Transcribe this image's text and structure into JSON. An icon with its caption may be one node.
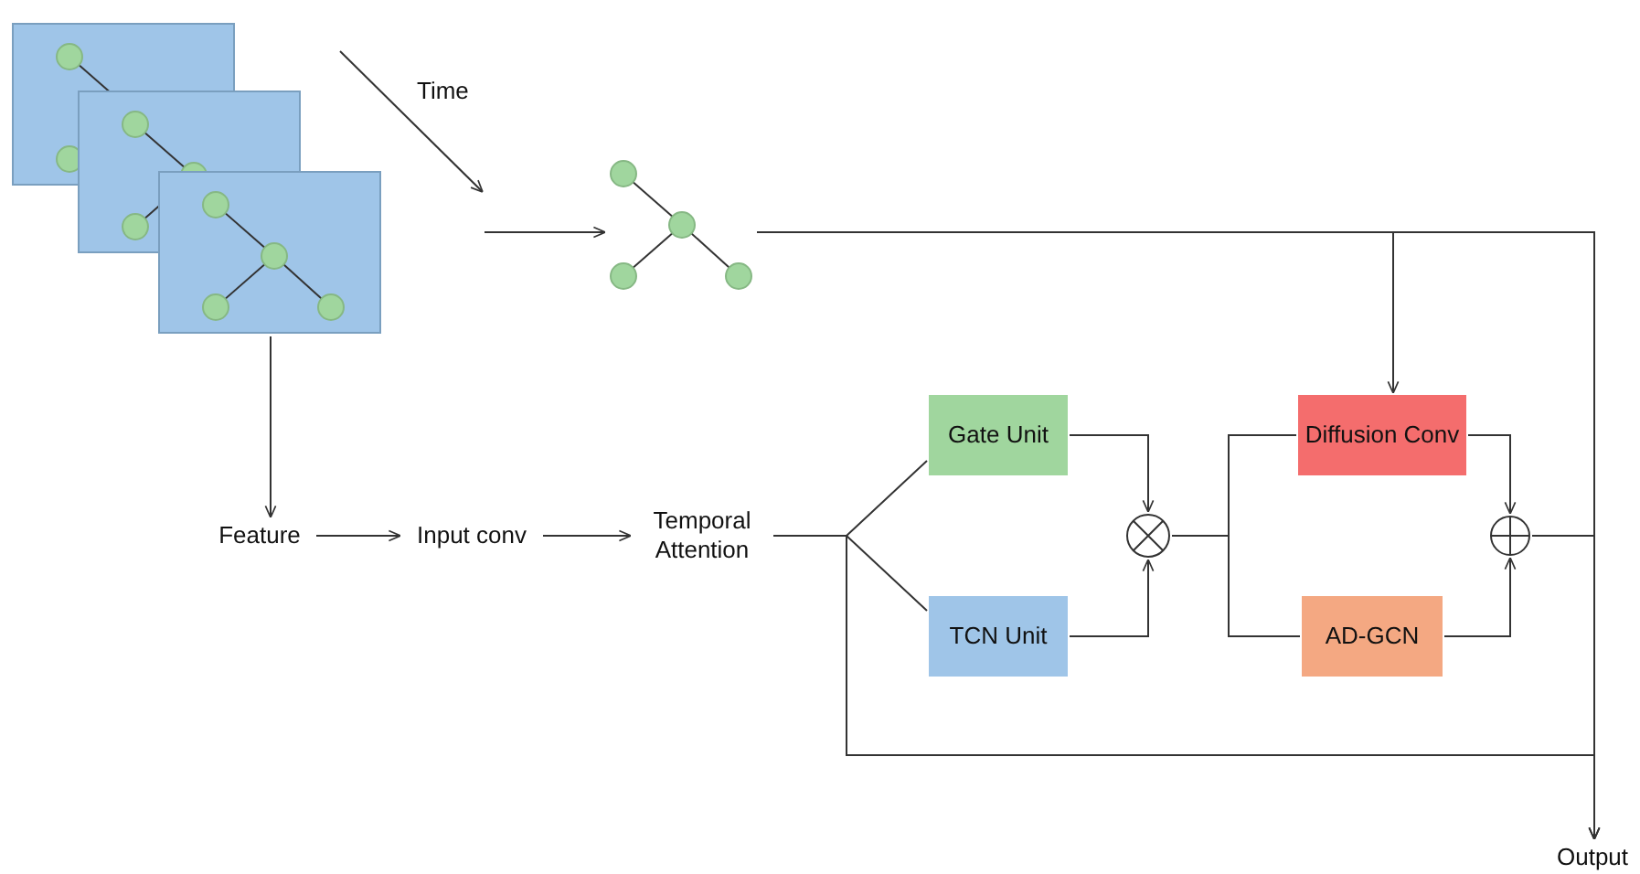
{
  "diagram": {
    "nodes": [
      {
        "text": [],
        "shape": "picture"
      },
      {
        "text": [],
        "shape": "picture"
      },
      {
        "text": [
          "Feature"
        ]
      },
      {
        "text": [
          "Input conv"
        ]
      },
      {
        "text": [
          "Temporal Attention"
        ]
      },
      {
        "text": [
          "Gate Unit"
        ]
      },
      {
        "text": [
          "TCN Unit"
        ]
      },
      {
        "text": [],
        "shape": "circle"
      },
      {
        "text": [
          "Diffusion Conv"
        ]
      },
      {
        "text": [
          "AD-GCN"
        ]
      },
      {
        "text": [],
        "shape": "circle"
      },
      {
        "text": [
          "Output"
        ]
      }
    ],
    "edges": [
      {
        "from": 0,
        "to": 2,
        "arrow": "to"
      },
      {
        "from": null,
        "to": 1,
        "arrow": "to"
      },
      {
        "from": 2,
        "to": 3,
        "arrow": "to"
      },
      {
        "from": 3,
        "to": 4,
        "arrow": "to"
      },
      {
        "from": 4,
        "to": 5,
        "arrow": "none"
      },
      {
        "from": 4,
        "to": 6,
        "arrow": "none"
      },
      {
        "from": 5,
        "to": 7,
        "arrow": "to"
      },
      {
        "from": 6,
        "to": 7,
        "arrow": "to"
      },
      {
        "from": 7,
        "to": 8,
        "arrow": "none"
      },
      {
        "from": 7,
        "to": 9,
        "arrow": "none"
      },
      {
        "from": 8,
        "to": 10,
        "arrow": "to"
      },
      {
        "from": 9,
        "to": 10,
        "arrow": "to"
      },
      {
        "from": 1,
        "to": 8,
        "arrow": "to"
      },
      {
        "from": 1,
        "to": 11,
        "arrow": "to"
      },
      {
        "from": 10,
        "to": 11,
        "arrow": "to"
      },
      {
        "from": 4,
        "to": 11,
        "arrow": "to"
      }
    ],
    "labels": [
      "Time"
    ]
  }
}
